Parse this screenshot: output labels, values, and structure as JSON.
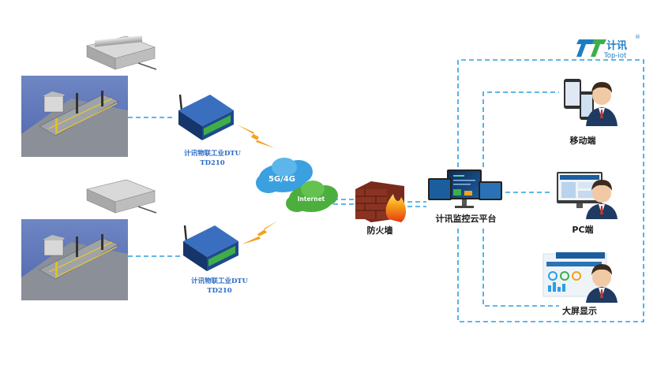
{
  "brand": {
    "logo_text": "计讯",
    "logo_sub": "Top-iot",
    "registered": "®"
  },
  "dtu_top": {
    "name": "计讯物联工业DTU",
    "model": "TD210"
  },
  "dtu_bottom": {
    "name": "计讯物联工业DTU",
    "model": "TD210"
  },
  "network": {
    "cloud_primary": "5G/4G",
    "cloud_secondary": "Internet"
  },
  "firewall": {
    "label": "防火墙"
  },
  "platform": {
    "label": "计讯监控云平台"
  },
  "clients": {
    "mobile": "移动端",
    "pc": "PC端",
    "big_screen": "大屏显示"
  },
  "colors": {
    "link": "#2a9fe3",
    "label_blue": "#2b6cc4",
    "lightning": "#f4a21c",
    "cloud": "#3aa0e0",
    "internet_cloud": "#4cae3c",
    "device_body": "#1f4a8c",
    "terminal_green": "#3fae49"
  }
}
